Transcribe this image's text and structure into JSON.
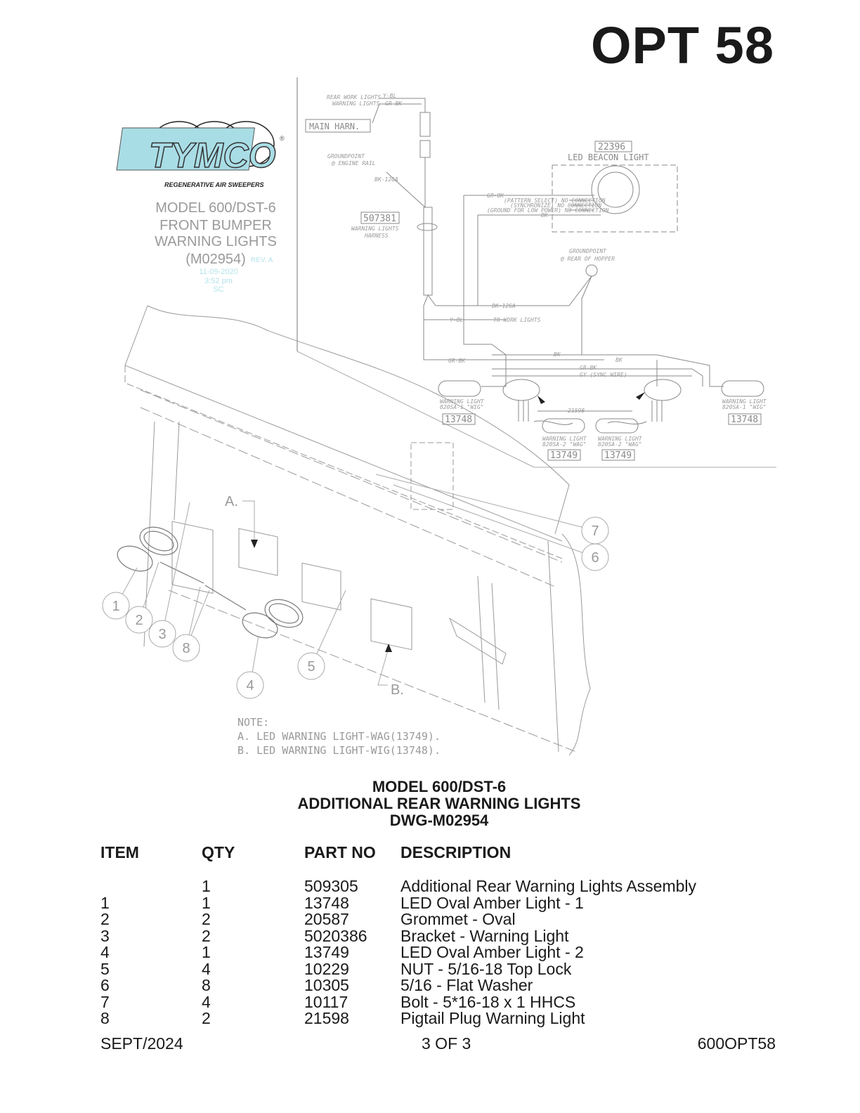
{
  "header": {
    "option_title": "OPT 58"
  },
  "logo": {
    "brand": "TYMCO",
    "tagline": "REGENERATIVE AIR SWEEPERS"
  },
  "drawing_block": {
    "lines": [
      "MODEL 600/DST-6",
      "FRONT BUMPER",
      "WARNING LIGHTS",
      "(M02954)"
    ],
    "rev": "REV. A",
    "stamp": [
      "11-09-2020",
      "3:52 pm",
      "SC"
    ]
  },
  "wiring": {
    "work_lights": "REAR WORK LIGHTS",
    "warning_lights": "WARNING LIGHTS",
    "y_bl": "Y-BL",
    "gr_bk": "GR-BK",
    "main_harn": "MAIN HARN.",
    "groundpoint_engine": [
      "GROUNDPOINT",
      "@ ENGINE RAIL"
    ],
    "bk_12ga": "BK-12GA",
    "harness_no": "507381",
    "harness_label": [
      "WARNING LIGHTS",
      "HARNESS"
    ],
    "beacon_no": "22396",
    "beacon_label": "LED BEACON LIGHT",
    "beacon_wires": [
      "GR-BK",
      "(PATTERN SELECT) NO CONNECTION",
      "(SYNCHRONIZE) NO CONNECTION",
      "(GROUND FOR LOW POWER) NO CONNECTION",
      "BK"
    ],
    "groundpoint_hopper": [
      "GROUNDPOINT",
      "@ REAR OF HOPPER"
    ],
    "to_work_lights": "TO WORK LIGHTS",
    "bk": "BK",
    "gy_sync": "GY (SYNC WIRE)",
    "pigtail_no": "21598",
    "wl1_label": [
      "WARNING LIGHT",
      "820SA-1 \"WIG\""
    ],
    "wl2_label": [
      "WARNING LIGHT",
      "820SA-2 \"WAG\""
    ],
    "part_13748": "13748",
    "part_13749": "13749"
  },
  "callouts": [
    "1",
    "2",
    "3",
    "4",
    "5",
    "6",
    "7",
    "8"
  ],
  "letters": {
    "a": "A.",
    "b": "B."
  },
  "note": {
    "title": "NOTE:",
    "a": "A.   LED WARNING LIGHT-WAG(13749).",
    "b": "B.   LED WARNING LIGHT-WIG(13748)."
  },
  "caption": {
    "line1": "MODEL 600/DST-6",
    "line2": "ADDITIONAL REAR WARNING LIGHTS",
    "line3": "DWG-M02954"
  },
  "parts_table": {
    "headers": [
      "ITEM",
      "QTY",
      "PART NO",
      "DESCRIPTION"
    ],
    "rows": [
      {
        "item": "",
        "qty": "1",
        "part": "509305",
        "desc": "Additional Rear Warning Lights Assembly"
      },
      {
        "item": "1",
        "qty": "1",
        "part": "13748",
        "desc": "LED Oval Amber Light - 1"
      },
      {
        "item": "2",
        "qty": "2",
        "part": "20587",
        "desc": "Grommet - Oval"
      },
      {
        "item": "3",
        "qty": "2",
        "part": "5020386",
        "desc": "Bracket - Warning Light"
      },
      {
        "item": "4",
        "qty": "1",
        "part": "13749",
        "desc": "LED Oval Amber Light - 2"
      },
      {
        "item": "5",
        "qty": "4",
        "part": "10229",
        "desc": "NUT - 5/16-18 Top Lock"
      },
      {
        "item": "6",
        "qty": "8",
        "part": "10305",
        "desc": "5/16 - Flat Washer"
      },
      {
        "item": "7",
        "qty": "4",
        "part": "10117",
        "desc": "Bolt - 5*16-18 x 1 HHCS"
      },
      {
        "item": "8",
        "qty": "2",
        "part": "21598",
        "desc": "Pigtail Plug Warning Light"
      }
    ]
  },
  "footer": {
    "date": "SEPT/2024",
    "page": "3 OF 3",
    "doc_code": "600OPT58"
  }
}
